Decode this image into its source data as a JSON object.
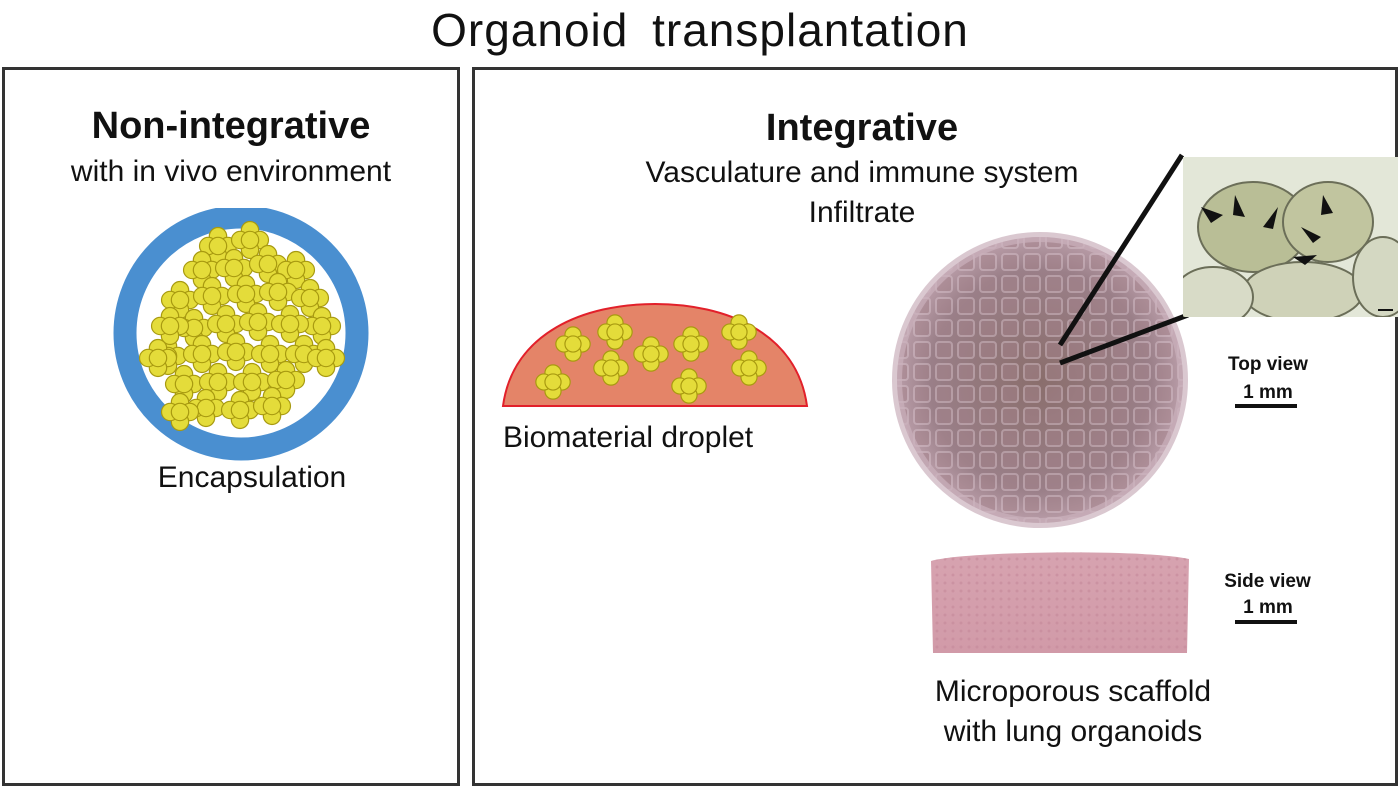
{
  "title": "Organoid  transplantation",
  "left_panel": {
    "heading": "Non-integrative",
    "subheading": "with in vivo environment",
    "caption": "Encapsulation"
  },
  "right_panel": {
    "heading": "Integrative",
    "subheading_line1": "Vasculature and immune system",
    "subheading_line2": "Infiltrate",
    "droplet_caption": "Biomaterial droplet",
    "top_view_label": "Top view",
    "top_view_scale": "1 mm",
    "side_view_label": "Side view",
    "side_view_scale": "1 mm",
    "scaffold_caption_line1": "Microporous scaffold",
    "scaffold_caption_line2": "with lung organoids"
  },
  "colors": {
    "capsule_ring": "#4a8fd0",
    "organoid": "#e4dc3a",
    "organoid_outline": "#a89a10",
    "droplet_fill": "#e48468",
    "droplet_outline": "#e2202a",
    "scaffold_top": "#9a7a86",
    "scaffold_side": "#d39aa8",
    "micrograph": "#c9cfb4"
  }
}
